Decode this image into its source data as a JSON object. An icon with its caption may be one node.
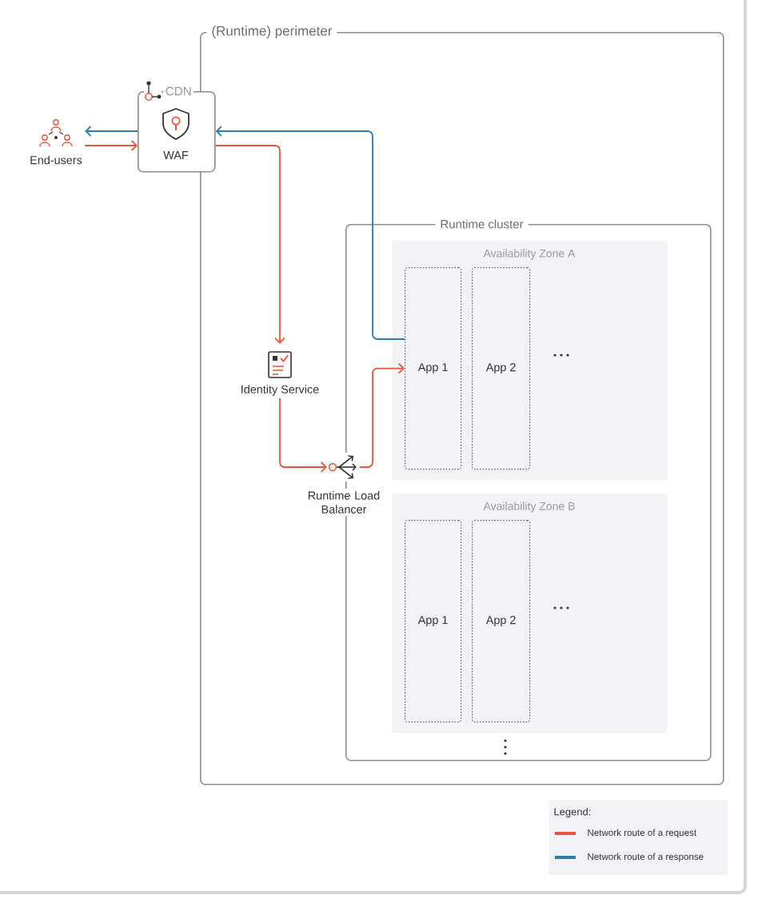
{
  "diagram": {
    "nodes": [
      {
        "text": [
          "(Runtime) perimeter"
        ]
      },
      {
        "text": [
          "CDN",
          "WAF"
        ]
      },
      {
        "text": [
          "End-users"
        ]
      },
      {
        "text": [
          "Identity Service"
        ],
        "in": 0
      },
      {
        "text": [
          "Runtime Load Balancer"
        ],
        "in": 0
      },
      {
        "text": [
          "Runtime cluster"
        ],
        "in": 0
      },
      {
        "text": [
          "Availability Zone A"
        ],
        "in": 5
      },
      {
        "text": [
          "App 1"
        ],
        "in": 6
      },
      {
        "text": [
          "App 2"
        ],
        "in": 6
      },
      {
        "text": [
          "Availability Zone B"
        ],
        "in": 5
      },
      {
        "text": [
          "App 1"
        ],
        "in": 9
      },
      {
        "text": [
          "App 2"
        ],
        "in": 9
      }
    ],
    "edges": [
      {
        "from": 1,
        "to": 2,
        "arrow": "to",
        "color": "#2b7bb9"
      },
      {
        "from": 2,
        "to": 1,
        "arrow": "to"
      },
      {
        "from": 1,
        "to": 3,
        "arrow": "to"
      },
      {
        "from": 3,
        "to": 4,
        "arrow": "to"
      },
      {
        "from": 4,
        "to": 7,
        "arrow": "to"
      },
      {
        "from": 7,
        "to": 1,
        "arrow": "to",
        "color": "#2b7bb9"
      }
    ],
    "labels": [
      "Legend:"
    ],
    "legend": [
      {
        "text": "Network route of a request",
        "color": "#e8553e"
      },
      {
        "text": "Network route of a response",
        "color": "#2b7bb9"
      }
    ]
  }
}
